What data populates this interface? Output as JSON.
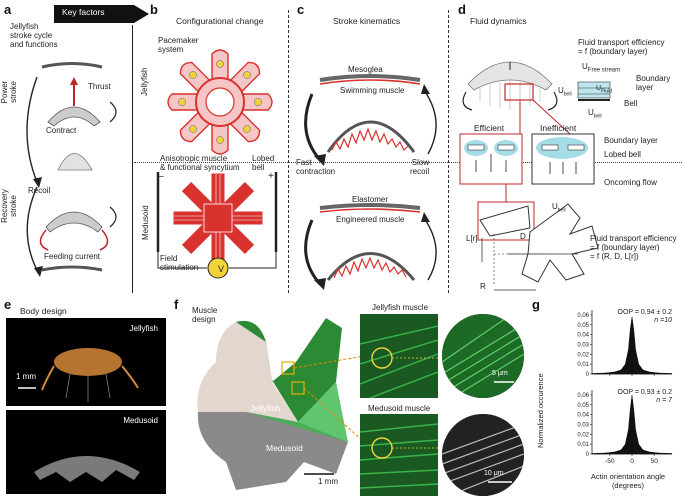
{
  "panels": {
    "a": {
      "letter": "a",
      "title": "Jellyfish\nstroke cycle\nand functions",
      "thrust": "Thrust",
      "contract": "Contract",
      "power_stroke": "Power\nstroke",
      "recovery_stroke": "Recovery\nstroke",
      "recoil": "Recoil",
      "feeding_current": "Feeding current"
    },
    "key_factors": "Key factors",
    "b": {
      "letter": "b",
      "title": "Configurational change",
      "pacemaker": "Pacemaker\nsystem",
      "jellyfish": "Jellyfish",
      "anisotropic": "Anisotropic muscle\n& functional syncytium",
      "lobed_bell": "Lobed\nbell",
      "medusoid": "Medusoid",
      "field_stim": "Field\nstimulation",
      "minus": "–",
      "plus": "+",
      "volt": "V"
    },
    "c": {
      "letter": "c",
      "title": "Stroke kinematics",
      "mesoglea": "Mesoglea",
      "swimming_muscle": "Swimming muscle",
      "fast": "Fast\ncontraction",
      "slow": "Slow\nrecoil",
      "elastomer": "Elastomer",
      "engineered_muscle": "Engineered muscle"
    },
    "d": {
      "letter": "d",
      "title": "Fluid dynamics",
      "eff_top": "Fluid transport efficiency\n= f (boundary layer)",
      "u_free": "U",
      "u_free_sub": "Free stream",
      "u_fluid": "U",
      "u_fluid_sub": "Fluid",
      "boundary_layer": "Boundary\nlayer",
      "bell": "Bell",
      "u_bell": "U",
      "u_bell_sub": "bell",
      "efficient": "Efficient",
      "inefficient": "Inefficient",
      "bl_label": "Boundary layer",
      "lobed_bell": "Lobed bell",
      "oncoming": "Oncoming flow",
      "L": "L[r]",
      "D": "D",
      "R": "R",
      "eff_bottom": "Fluid transport efficiency\n= f (boundary layer)\n= f (R, D, L[r])"
    },
    "e": {
      "letter": "e",
      "title": "Body design",
      "jellyfish": "Jellyfish",
      "medusoid": "Medusoid",
      "scale": "1 mm"
    },
    "f": {
      "letter": "f",
      "title": "Muscle\ndesign",
      "jellyfish": "Jellyfish",
      "medusoid": "Medusoid",
      "scale": "1 mm",
      "jelly_muscle": "Jellyfish muscle",
      "medusoid_muscle": "Medusoid muscle",
      "scale_top": "5 μm",
      "scale_bottom": "10 μm"
    },
    "g": {
      "letter": "g",
      "ylabel": "Normalized occurence",
      "xlabel": "Actin orientation angle\n(degrees)"
    }
  },
  "colors": {
    "muscle_red": "#d9312e",
    "muscle_pink": "#f5c6c6",
    "boundary_teal": "#8fd3e0",
    "photo_green": "#3ab54a",
    "jelly_orange": "#d58a3a"
  },
  "chart_data": [
    {
      "type": "area",
      "title": "",
      "annotation": "OOP = 0.94 ± 0.2",
      "n_label": "n =10",
      "xlabel": "",
      "ylabel": "",
      "x": [
        -90,
        -60,
        -40,
        -25,
        -15,
        -8,
        -4,
        0,
        4,
        8,
        15,
        25,
        40,
        60,
        90
      ],
      "y": [
        0.0005,
        0.001,
        0.002,
        0.004,
        0.01,
        0.025,
        0.045,
        0.058,
        0.045,
        0.025,
        0.01,
        0.004,
        0.002,
        0.001,
        0.0005
      ],
      "xlim": [
        -90,
        90
      ],
      "ylim": [
        0,
        0.065
      ],
      "yticks": [
        0,
        0.01,
        0.02,
        0.03,
        0.04,
        0.05,
        0.06
      ],
      "xticks": [
        -50,
        0,
        50
      ]
    },
    {
      "type": "area",
      "title": "",
      "annotation": "OOP = 0.93 ± 0.2",
      "n_label": "n = 7",
      "xlabel": "",
      "ylabel": "",
      "x": [
        -90,
        -60,
        -40,
        -25,
        -15,
        -8,
        -4,
        0,
        4,
        8,
        15,
        25,
        40,
        60,
        90
      ],
      "y": [
        0.0005,
        0.001,
        0.002,
        0.004,
        0.01,
        0.025,
        0.045,
        0.06,
        0.045,
        0.025,
        0.01,
        0.004,
        0.002,
        0.001,
        0.0005
      ],
      "xlim": [
        -90,
        90
      ],
      "ylim": [
        0,
        0.065
      ],
      "yticks": [
        0,
        0.01,
        0.02,
        0.03,
        0.04,
        0.05,
        0.06
      ],
      "xticks": [
        -50,
        0,
        50
      ]
    }
  ]
}
